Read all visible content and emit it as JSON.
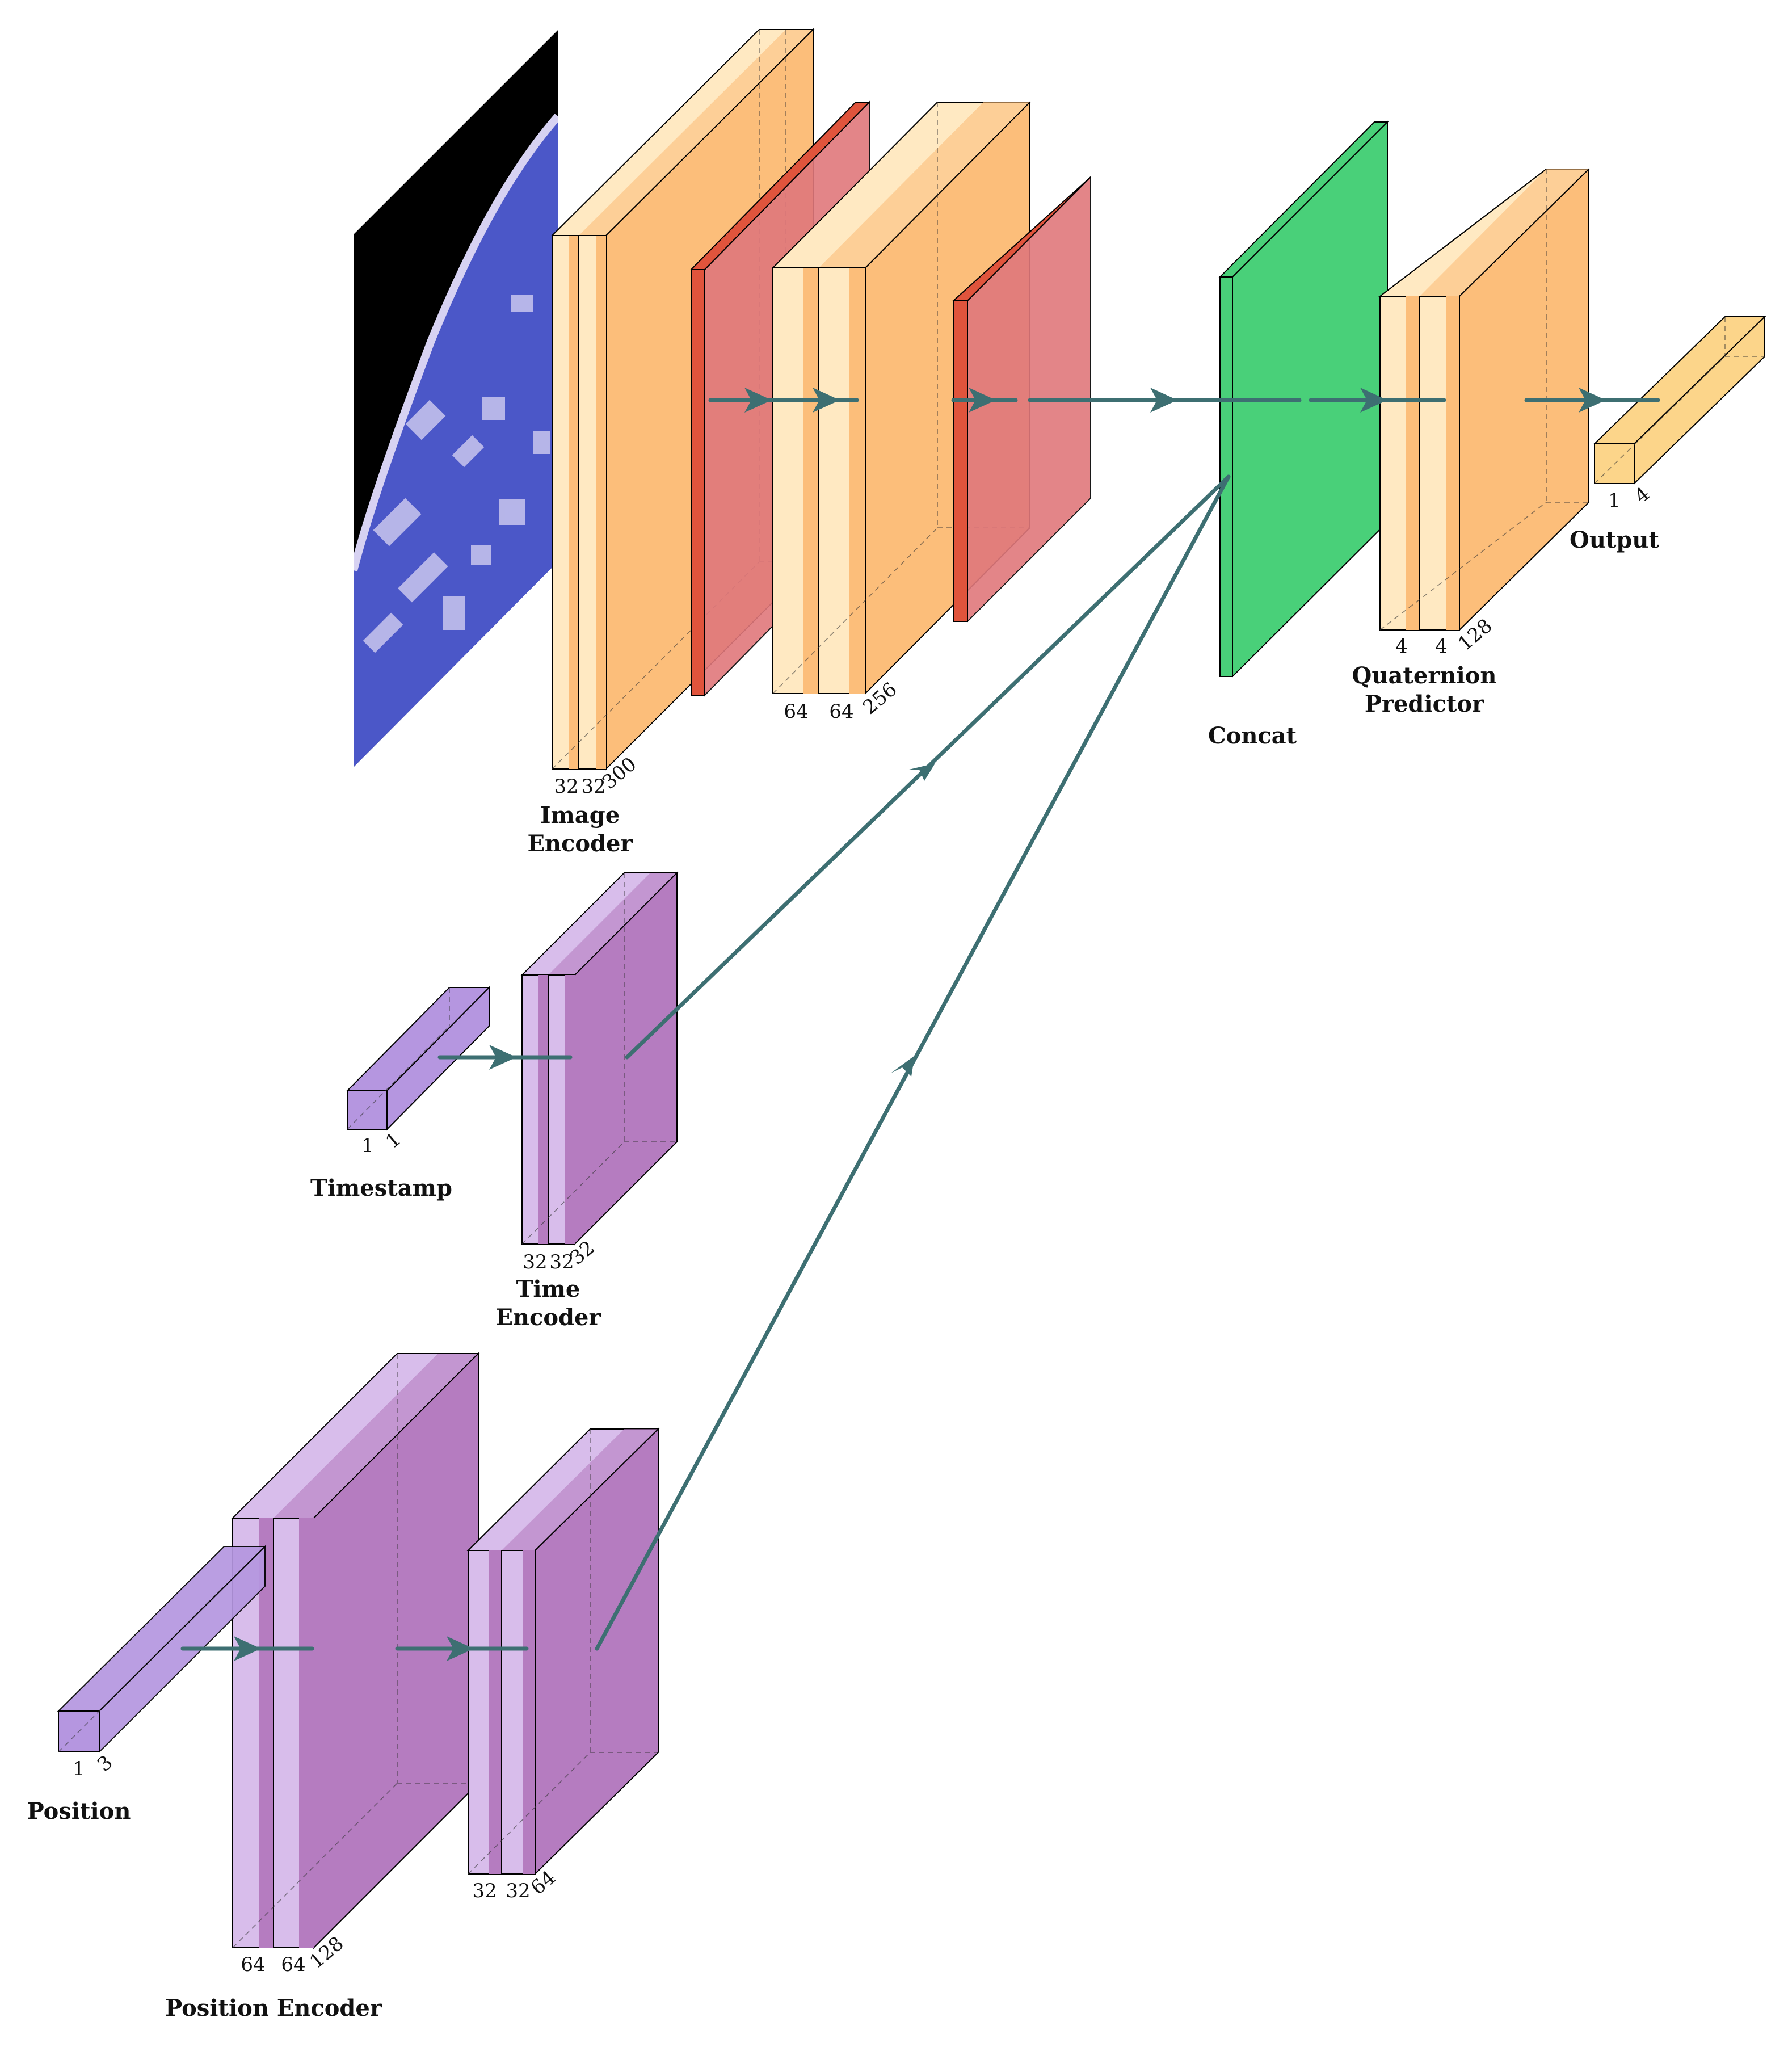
{
  "diagram": {
    "colors": {
      "conv_light": "#FFE9C2",
      "conv_dark": "#FCBE7A",
      "pool": "#E0543C",
      "pool_side": "#E0787C",
      "concat": "#49D079",
      "purple_light": "#D8BDEB",
      "purple_dark": "#B57CC0",
      "input_purple": "#B596E0",
      "output_box": "#FCD58A",
      "arrow": "#3D6F72",
      "sky": "#000000",
      "earth": "#4B57C8"
    },
    "labels": {
      "image_encoder": [
        "Image",
        "Encoder"
      ],
      "time_encoder": [
        "Time",
        "Encoder"
      ],
      "position_encoder": "Position Encoder",
      "timestamp": "Timestamp",
      "position": "Position",
      "concat": "Concat",
      "quaternion_predictor": [
        "Quaternion",
        "Predictor"
      ],
      "output": "Output"
    },
    "dims": {
      "image_conv1": [
        "32",
        "32",
        "300"
      ],
      "image_conv2": [
        "64",
        "64",
        "256"
      ],
      "timestamp": [
        "1",
        "1"
      ],
      "time_encoder": [
        "32",
        "32",
        "32"
      ],
      "position": [
        "1",
        "3"
      ],
      "position_enc1": [
        "64",
        "64",
        "128"
      ],
      "position_enc2": [
        "32",
        "32",
        "64"
      ],
      "quaternion": [
        "4",
        "4",
        "128"
      ],
      "output": [
        "1",
        "4"
      ]
    }
  }
}
